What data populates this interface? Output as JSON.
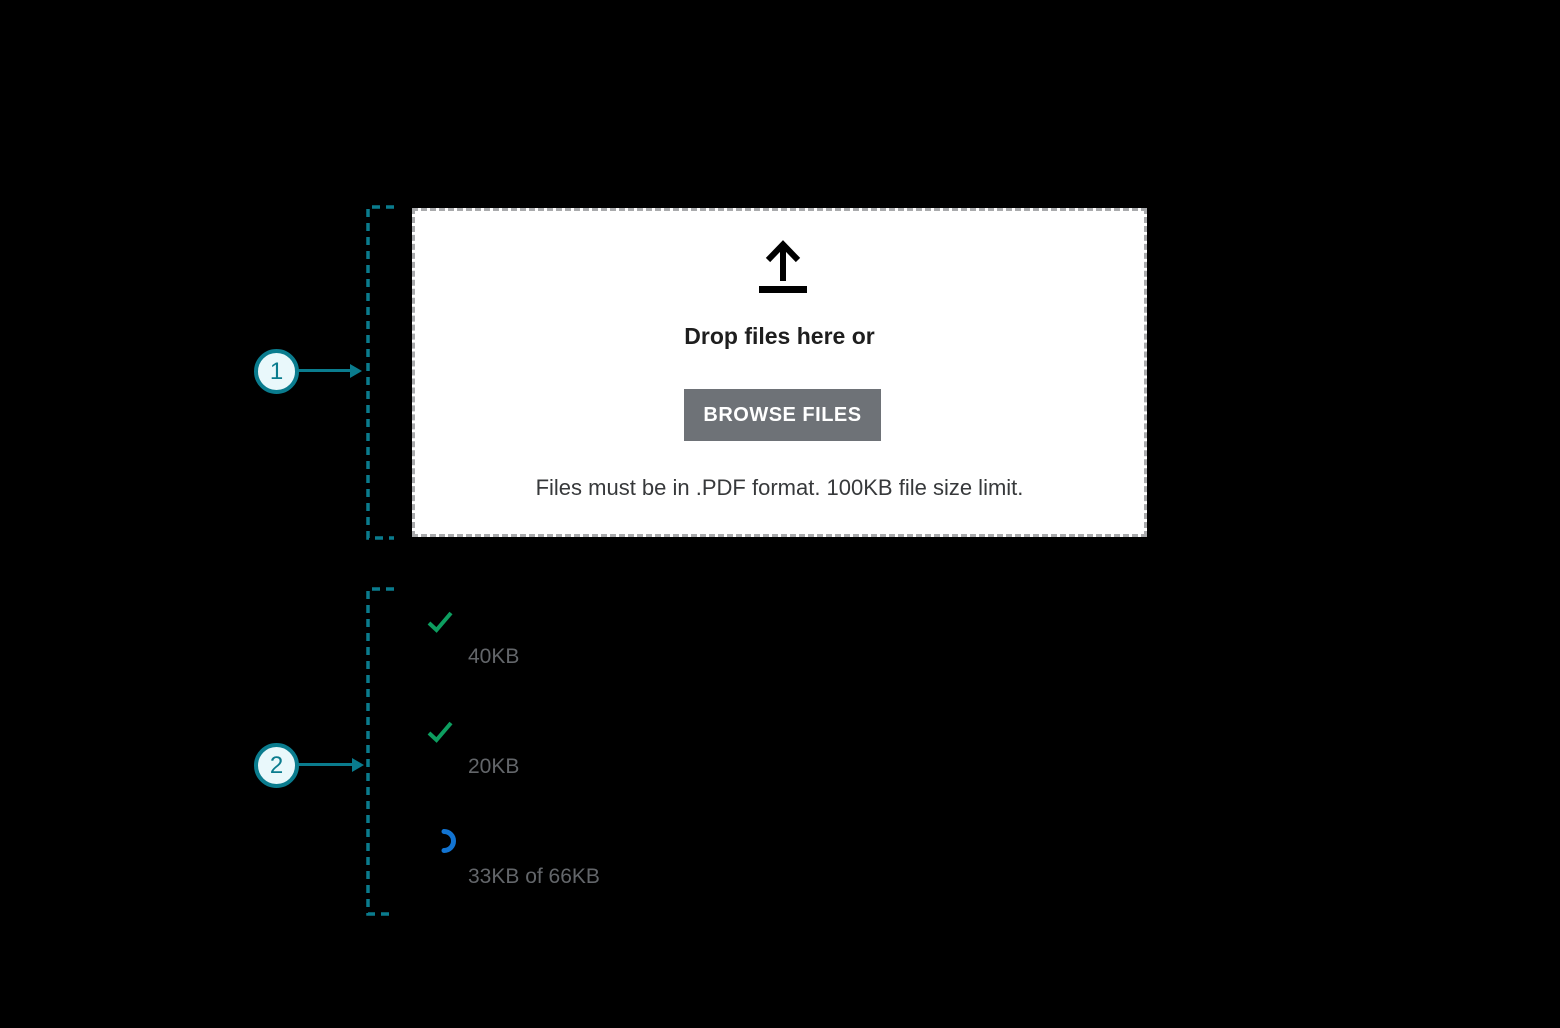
{
  "annotations": [
    {
      "number": "1",
      "target": "dropzone"
    },
    {
      "number": "2",
      "target": "file-upload-list"
    }
  ],
  "dropzone": {
    "icon": "upload-arrow-icon",
    "heading": "Drop files here or",
    "browse_button_label": "BROWSE FILES",
    "note": "Files must be in .PDF format. 100KB file size limit."
  },
  "file_list": {
    "items": [
      {
        "status": "complete",
        "icon": "checkmark-icon",
        "size_label": "40KB"
      },
      {
        "status": "complete",
        "icon": "checkmark-icon",
        "size_label": "20KB"
      },
      {
        "status": "uploading",
        "icon": "spinner-icon",
        "size_label": "33KB of 66KB"
      }
    ]
  },
  "colors": {
    "background": "#000000",
    "annotation_teal": "#0A7C8E",
    "annotation_badge_fill": "#E9F8FB",
    "dropzone_background": "#FFFFFF",
    "dropzone_border_gray": "#A9AAAC",
    "button_gray": "#6E7277",
    "button_text": "#FFFFFF",
    "success_green": "#0D9E60",
    "progress_blue": "#1274D2",
    "file_label_gray": "#63666A",
    "icon_black": "#000000"
  }
}
